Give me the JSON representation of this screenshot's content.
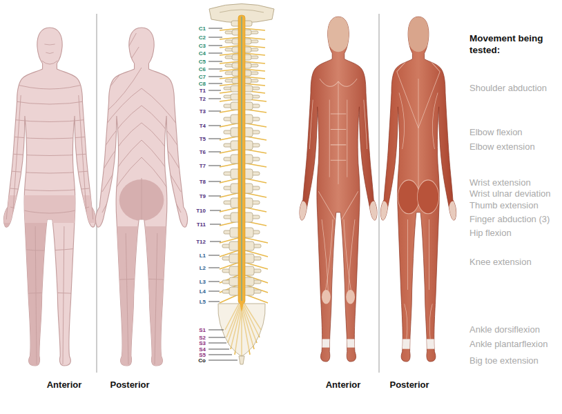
{
  "diagram": {
    "title": "Movement being tested:",
    "labels": [
      "C1",
      "C2",
      "C3",
      "C4",
      "C5",
      "C6",
      "C7",
      "C8",
      "T1",
      "T2",
      "T3",
      "T4",
      "T5",
      "T6",
      "T7",
      "T8",
      "T9",
      "T10",
      "T11",
      "T12",
      "L1",
      "L2",
      "L3",
      "L4",
      "L5",
      "S1",
      "S2",
      "S3",
      "S4",
      "S5",
      "Co",
      "Shoulder abduction",
      "Elbow flexion",
      "Elbow extension",
      "Wrist extension",
      "Wrist ulnar deviation",
      "Thumb extension",
      "Finger abduction (3)",
      "Hip flexion",
      "Knee extension",
      "Ankle dorsiflexion",
      "Ankle plantarflexion",
      "Big toe extension",
      "Anterior",
      "Posterior",
      "Anterior",
      "Posterior"
    ]
  }
}
